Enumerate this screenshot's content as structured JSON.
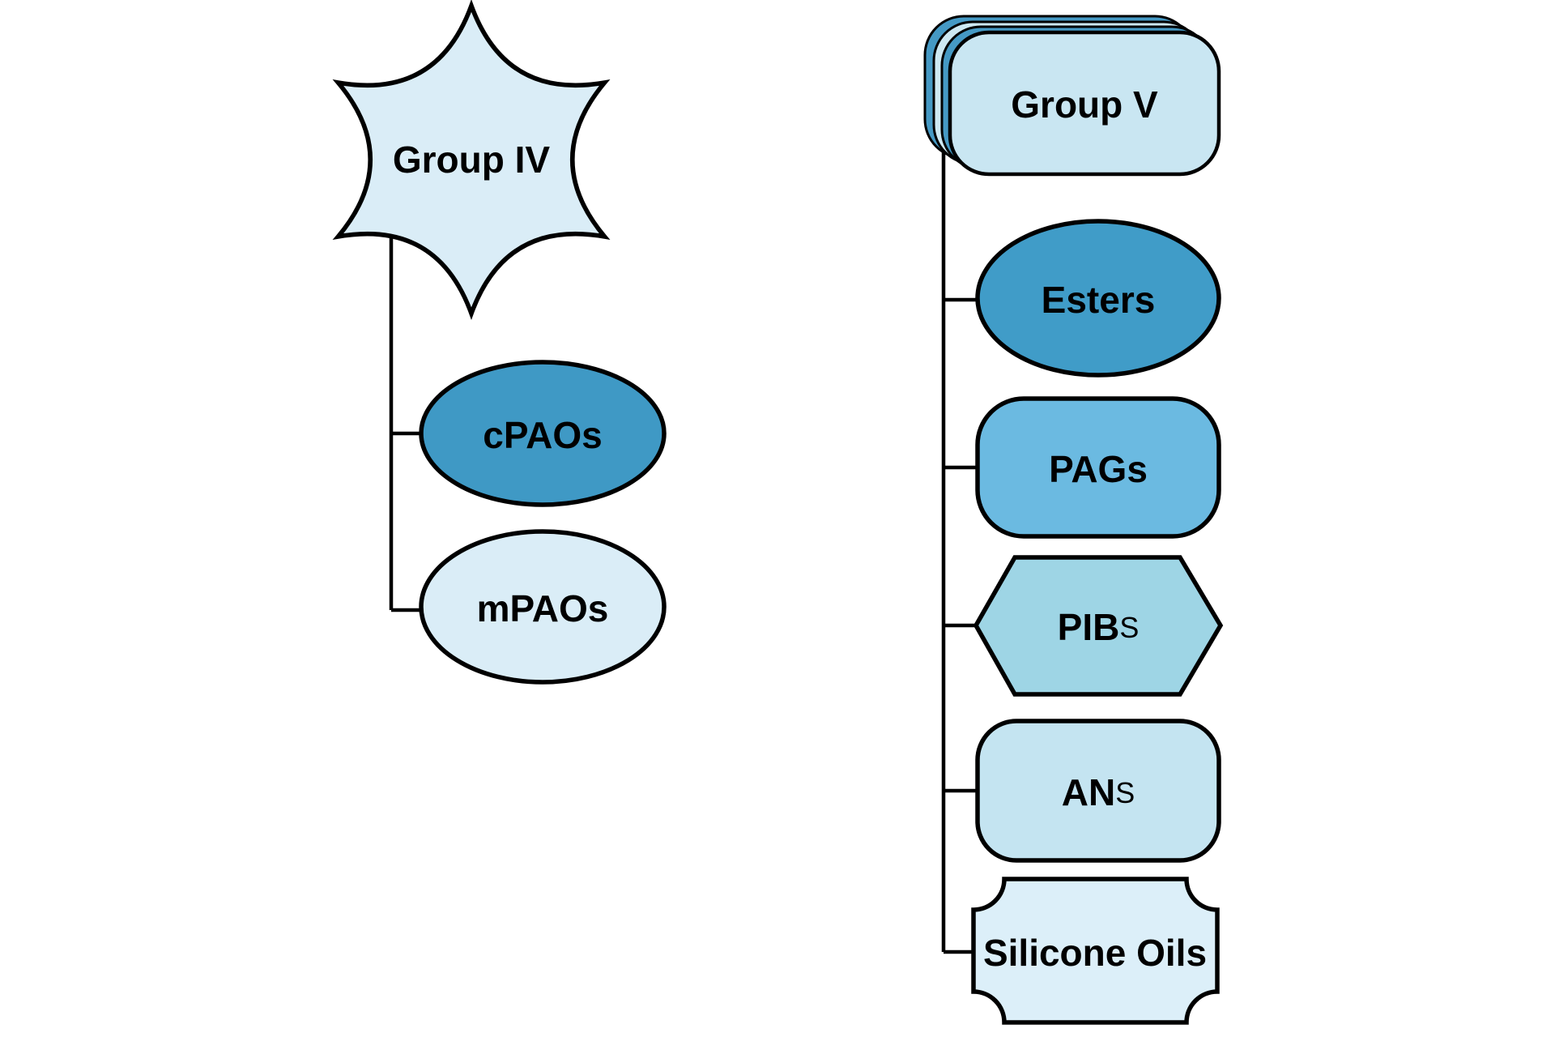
{
  "canvas": {
    "background": "#ffffff",
    "stroke_color": "#000000",
    "text_color": "#000000"
  },
  "left_tree": {
    "root": {
      "label": "Group IV",
      "shape": "six-point-curved-burst",
      "fill": "#daedf7"
    },
    "children": [
      {
        "label": "cPAOs",
        "shape": "ellipse",
        "fill": "#3f99c5"
      },
      {
        "label": "mPAOs",
        "shape": "ellipse",
        "fill": "#daedf7"
      }
    ]
  },
  "right_tree": {
    "root": {
      "label": "Group V",
      "shape": "stacked-rounded-rectangles",
      "front_fill": "#c9e6f2",
      "stack_dark_fill": "#4599c4",
      "stack_light_fill": "#cde9f3"
    },
    "children": [
      {
        "label": "Esters",
        "shape": "ellipse",
        "fill": "#409cc8"
      },
      {
        "label": "PAGs",
        "shape": "rounded-rectangle",
        "fill": "#6bbae1"
      },
      {
        "label": "PIBs",
        "label_main": "PIB",
        "label_suffix": "s",
        "shape": "hexagon",
        "fill": "#9ed5e5"
      },
      {
        "label": "ANs",
        "label_main": "AN",
        "label_suffix": "s",
        "shape": "rounded-rectangle",
        "fill": "#c4e4f1"
      },
      {
        "label": "Silicone Oils",
        "shape": "notched-plaque",
        "fill": "#dceff9"
      }
    ]
  }
}
